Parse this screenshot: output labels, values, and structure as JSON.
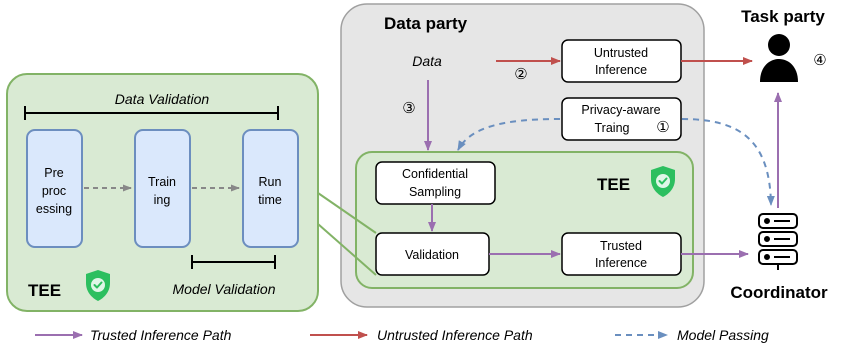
{
  "data_party": {
    "title": "Data party",
    "data_label": "Data"
  },
  "task_party": {
    "title": "Task party",
    "step": "④"
  },
  "coordinator": {
    "label": "Coordinator"
  },
  "steps": {
    "untrusted": "②",
    "to_tee": "③",
    "privacy": "①"
  },
  "boxes": {
    "untrusted_inference": [
      "Untrusted",
      "Inference"
    ],
    "privacy_training": [
      "Privacy-aware",
      "Traing"
    ],
    "confidential_sampling": [
      "Confidential",
      "Sampling"
    ],
    "validation": "Validation",
    "trusted_inference": [
      "Trusted",
      "Inference"
    ]
  },
  "tee_labels": {
    "inner": "TEE",
    "detail": "TEE"
  },
  "detail": {
    "data_validation": "Data Validation",
    "model_validation": "Model Validation",
    "stages": [
      {
        "lines": [
          "Pre",
          "proc",
          "essing"
        ]
      },
      {
        "lines": [
          "Train",
          "ing"
        ]
      },
      {
        "lines": [
          "Run",
          "time"
        ]
      }
    ]
  },
  "legend": [
    {
      "label": "Trusted Inference Path",
      "color": "#9b6fb0",
      "style": "solid"
    },
    {
      "label": "Untrusted Inference Path",
      "color": "#c0504d",
      "style": "solid"
    },
    {
      "label": "Model Passing",
      "color": "#6a8fbf",
      "style": "dashed"
    }
  ],
  "colors": {
    "trusted": "#9b6fb0",
    "untrusted": "#c0504d",
    "model": "#6a8fbf",
    "tee_fill": "#d9ead3",
    "tee_border": "#82b366",
    "party_fill": "#e6e6e6",
    "stage_fill": "#dae8fc",
    "stage_border": "#6c8ebf",
    "shield": "#2cbf5f"
  }
}
